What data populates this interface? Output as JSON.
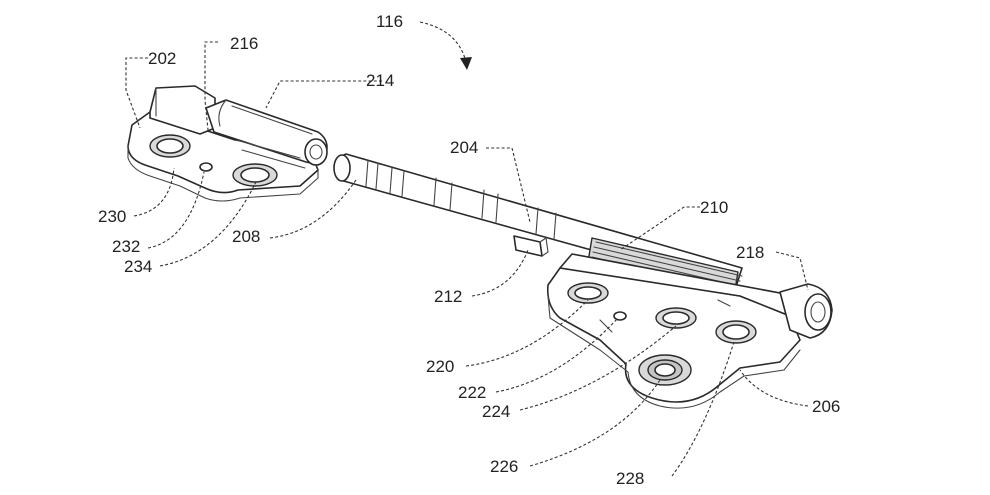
{
  "figure": {
    "ref_main": "116",
    "labels": {
      "l202": "202",
      "l216": "216",
      "l214": "214",
      "l230": "230",
      "l232": "232",
      "l234": "234",
      "l208": "208",
      "l204": "204",
      "l210": "210",
      "l212": "212",
      "l218": "218",
      "l220": "220",
      "l222": "222",
      "l224": "224",
      "l226": "226",
      "l228": "228",
      "l206": "206"
    }
  }
}
